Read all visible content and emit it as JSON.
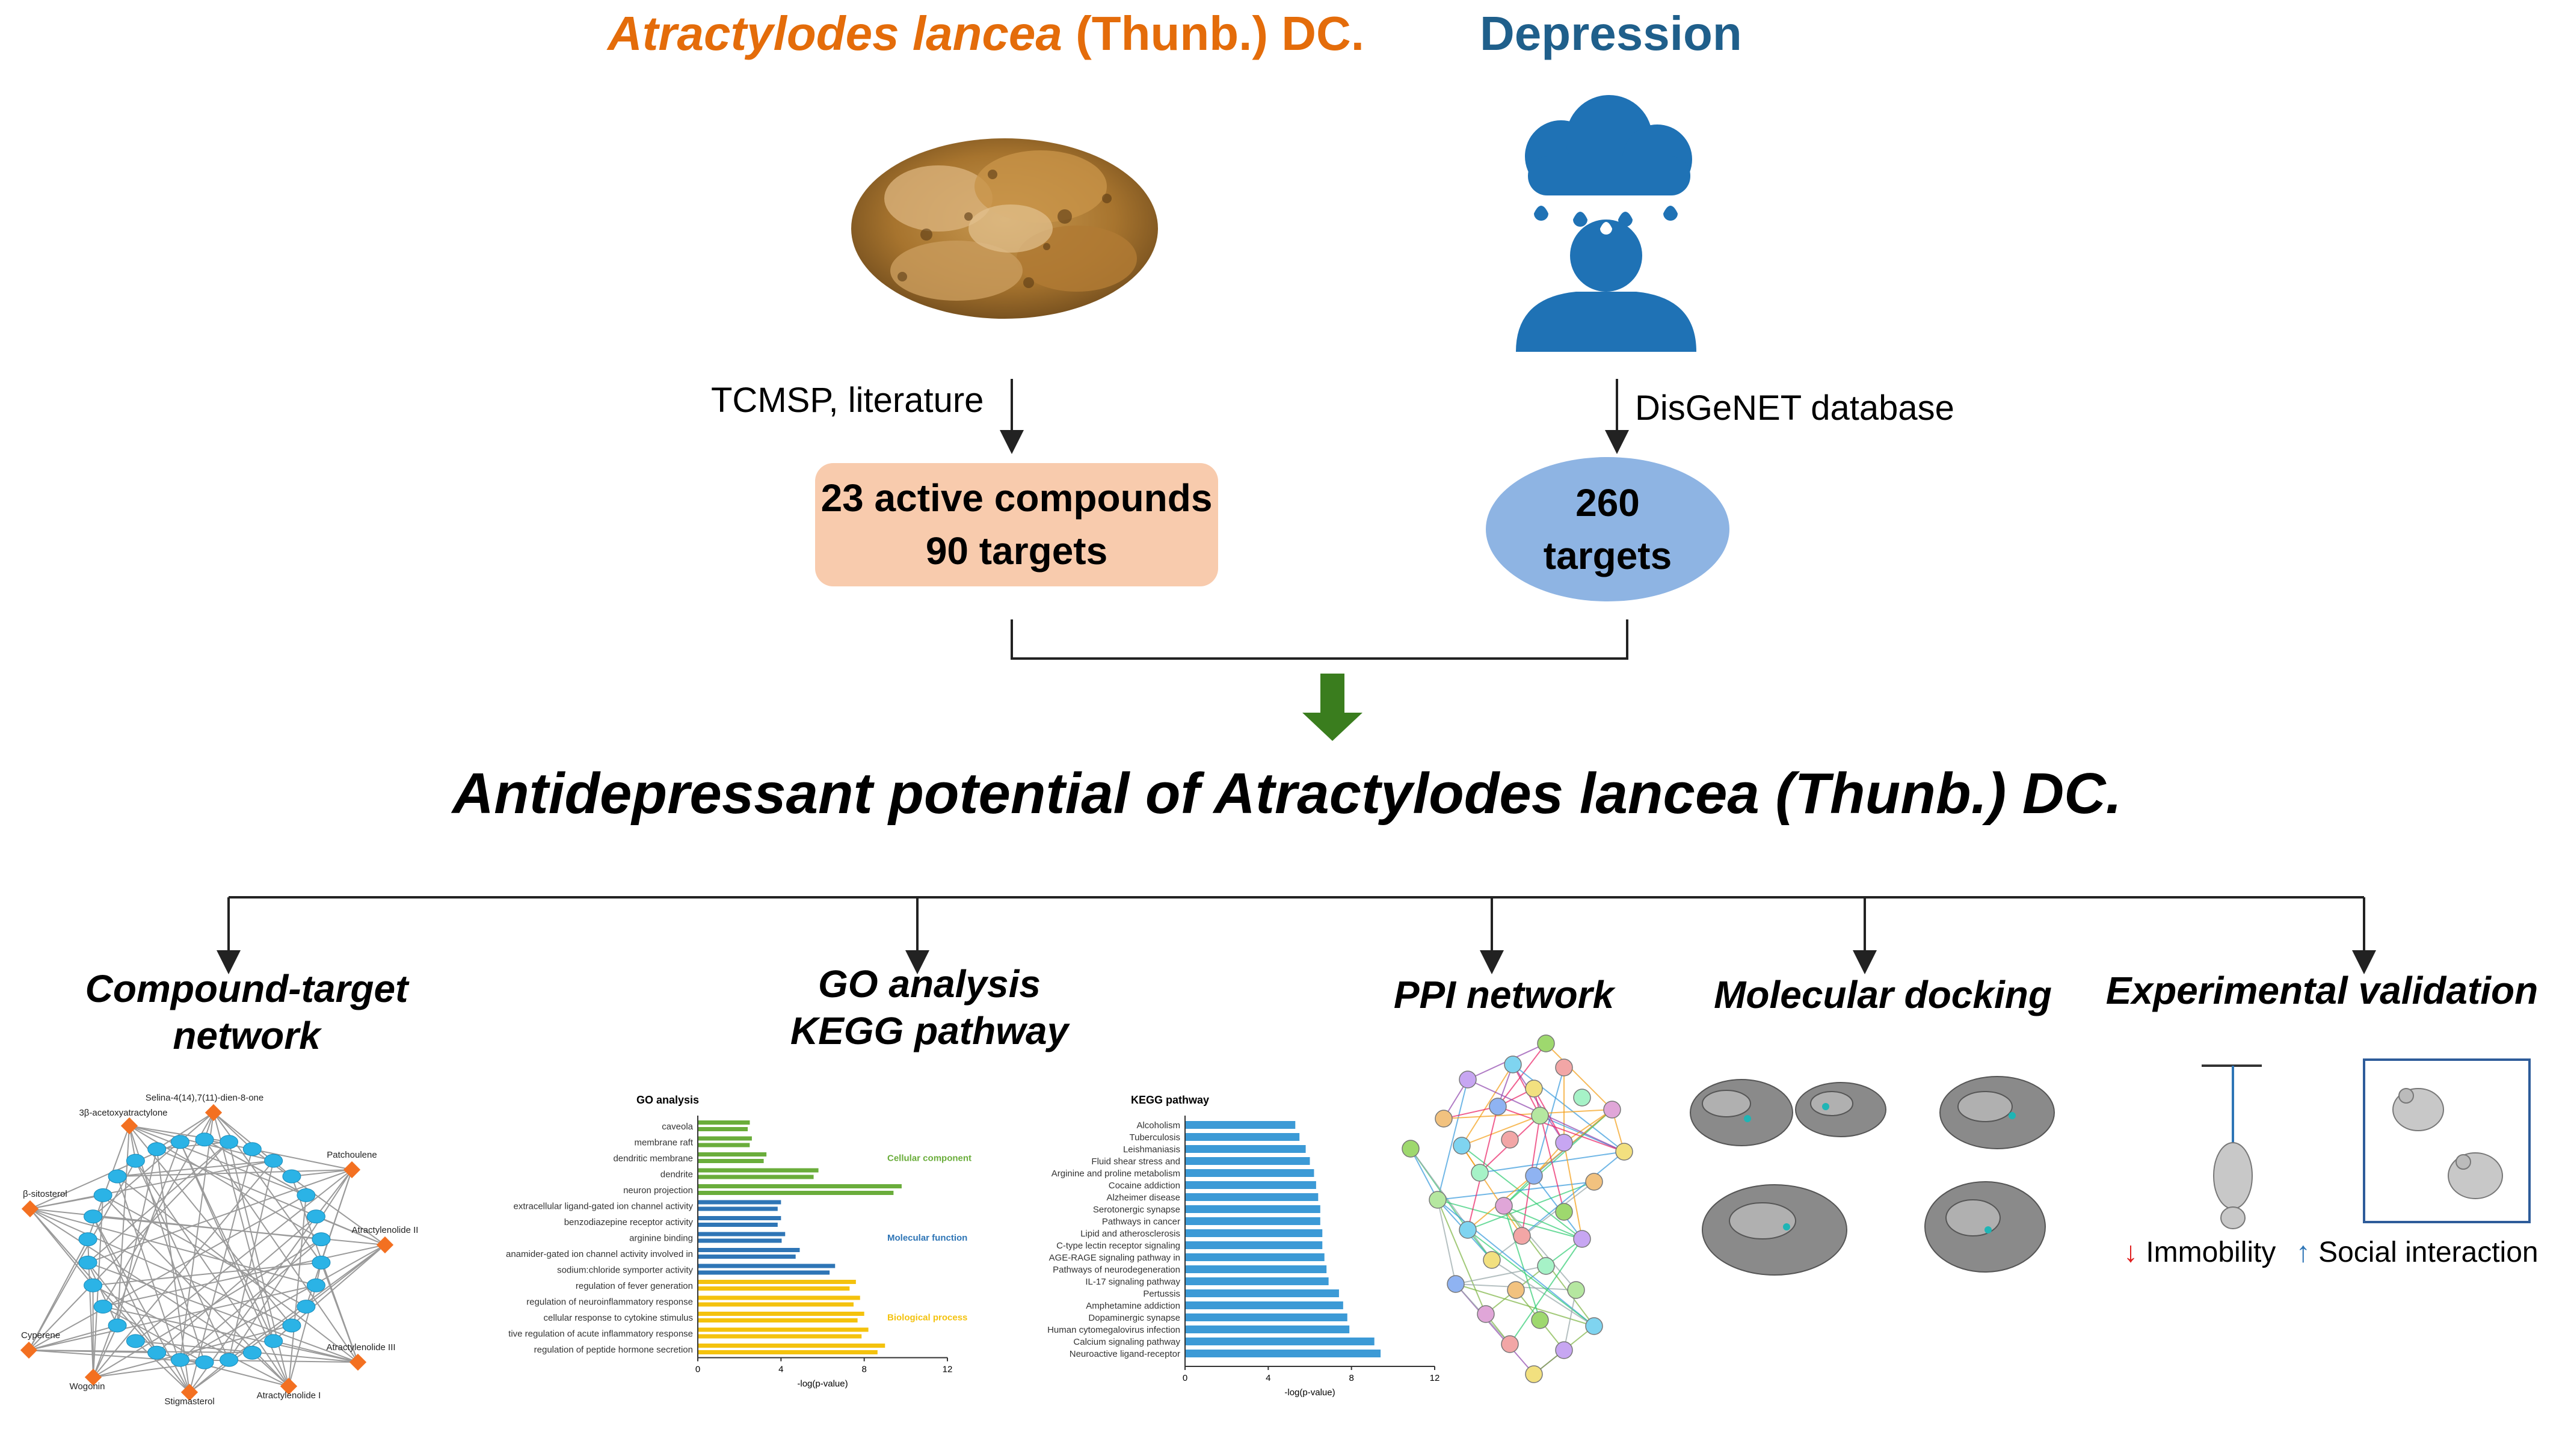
{
  "header": {
    "plant_name_italic": "Atractylodes lancea",
    "plant_name_rest": " (Thunb.) DC.",
    "disease": "Depression"
  },
  "sources": {
    "left": "TCMSP, literature",
    "right": "DisGeNET database"
  },
  "boxes": {
    "left_line1": "23 active compounds",
    "left_line2": "90 targets",
    "right_line1": "260",
    "right_line2": "targets"
  },
  "main_title": "Antidepressant potential of Atractylodes lancea (Thunb.) DC.",
  "sections": {
    "compound_target": "Compound-target network",
    "go_kegg_line1": "GO analysis",
    "go_kegg_line2": "KEGG pathway",
    "ppi": "PPI network",
    "docking": "Molecular docking",
    "experimental": "Experimental validation"
  },
  "network_compounds": [
    "Selina-4(14),7(11)-dien-8-one",
    "3β-acetoxyatractylone",
    "Patchoulene",
    "β-sitosterol",
    "Atractylenolide II",
    "Cyperene",
    "Atractylenolide III",
    "Wogonin",
    "Stigmasterol",
    "Atractylenolide I"
  ],
  "colors": {
    "orange": "#E46C0A",
    "blue_title": "#1F5F8B",
    "peach_box": "#F8CBAD",
    "blue_ellipse": "#8EB4E3",
    "arrow_green": "#3A7D1E",
    "go_green": "#6AAD3B",
    "go_blue": "#2E75B6",
    "go_yellow": "#F4C20D",
    "kegg_blue": "#3C9AD6",
    "down_red": "#E02020",
    "up_blue": "#2E75B6"
  },
  "chart_data": [
    {
      "type": "bar",
      "title": "GO analysis",
      "xlabel": "-log(p-value)",
      "xlim": [
        0,
        12
      ],
      "xticks": [
        "0",
        "4",
        "8",
        "12"
      ],
      "groups": [
        {
          "name": "Cellular component",
          "color": "#6AAD3B",
          "categories": [
            "caveola",
            "membrane raft",
            "dendritic membrane",
            "dendrite",
            "neuron projection"
          ],
          "values": [
            2.5,
            2.6,
            3.3,
            5.8,
            9.8
          ]
        },
        {
          "name": "Molecular function",
          "color": "#2E75B6",
          "categories": [
            "extracellular ligand-gated ion channel activity",
            "benzodiazepine receptor activity",
            "arginine binding",
            "anamider-gated ion channel activity involved in",
            "sodium:chloride symporter activity"
          ],
          "values": [
            4.0,
            4.0,
            4.2,
            4.9,
            6.6
          ]
        },
        {
          "name": "Biological process",
          "color": "#F4C20D",
          "categories": [
            "regulation of fever generation",
            "regulation of neuroinflammatory response",
            "cellular response to cytokine stimulus",
            "tive regulation of acute inflammatory response",
            "regulation of peptide hormone secretion"
          ],
          "values": [
            7.6,
            7.8,
            8.0,
            8.2,
            9.0
          ]
        }
      ]
    },
    {
      "type": "bar",
      "title": "KEGG pathway",
      "xlabel": "-log(p-value)",
      "xlim": [
        0,
        12
      ],
      "xticks": [
        "0",
        "4",
        "8",
        "12"
      ],
      "categories": [
        "Alcoholism",
        "Tuberculosis",
        "Leishmaniasis",
        "Fluid shear stress and",
        "Arginine and proline metabolism",
        "Cocaine addiction",
        "Alzheimer disease",
        "Serotonergic synapse",
        "Pathways in cancer",
        "Lipid and atherosclerosis",
        "C-type lectin receptor signaling",
        "AGE-RAGE signaling pathway in",
        "Pathways of neurodegeneration",
        "IL-17 signaling pathway",
        "Pertussis",
        "Amphetamine addiction",
        "Dopaminergic synapse",
        "Human cytomegalovirus infection",
        "Calcium signaling pathway",
        "Neuroactive ligand-receptor"
      ],
      "values": [
        5.3,
        5.5,
        5.8,
        6.0,
        6.2,
        6.3,
        6.4,
        6.5,
        6.5,
        6.6,
        6.6,
        6.7,
        6.8,
        6.9,
        7.4,
        7.6,
        7.8,
        7.9,
        9.1,
        9.4
      ]
    }
  ],
  "experimental": {
    "down_arrow": "↓",
    "down_label": "Immobility",
    "up_arrow": "↑",
    "up_label": "Social interaction"
  }
}
